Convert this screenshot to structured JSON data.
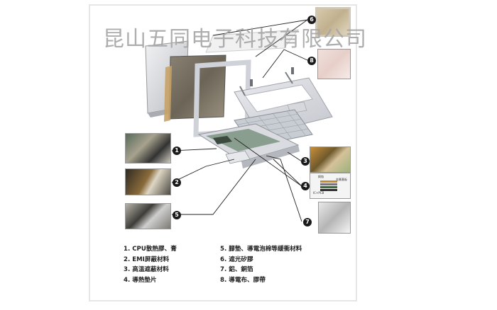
{
  "watermark": "昆山五同电子科技有限公司",
  "badges": [
    "1",
    "2",
    "3",
    "4",
    "5",
    "6",
    "7",
    "8"
  ],
  "inset4_labels": [
    "銅箔",
    "金屬基板",
    "IC+PCB"
  ],
  "legend": {
    "left": [
      "1. CPU散熱膠、膏",
      "2. EMI屏蔽材料",
      "3. 高溫遮蔽材料",
      "4. 導熱墊片"
    ],
    "right": [
      "5. 腳墊、導電泡棉等緩衝材料",
      "6. 遮光矽膠",
      "7. 鋁、銅箔",
      "8. 導電布、膠帶"
    ]
  }
}
